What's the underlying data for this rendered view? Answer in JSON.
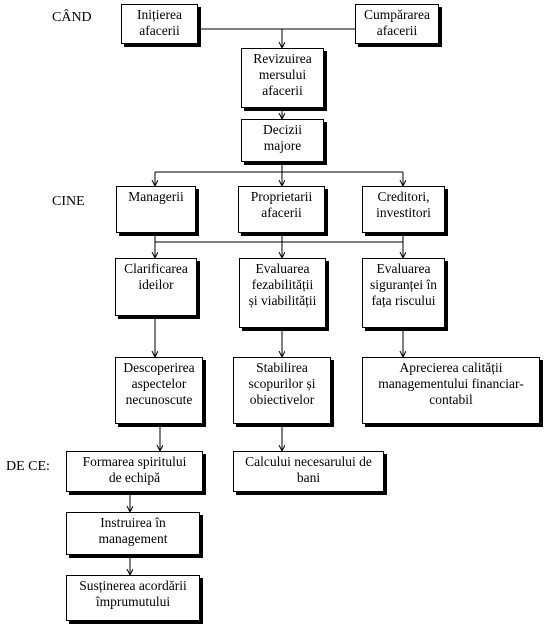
{
  "labels": {
    "when": "CÂND",
    "who": "CINE",
    "what": "DE CE:"
  },
  "boxes": {
    "initiation": "Inițierea\nafacerii",
    "purchase": "Cumpărarea\nafacerii",
    "review": "Revizuirea\nmersului\nafacerii",
    "decisions": "Decizii\nmajore",
    "managers": "Managerii",
    "owners": "Proprietarii\nafacerii",
    "creditors": "Creditori,\ninvestitori",
    "clarify": "Clarificarea\nideilor",
    "feasibility": "Evaluarea\nfezabilității\nși viabilității",
    "safety": "Evaluarea\nsiguranței în\nfața riscului",
    "discover": "Descoperirea\naspectelor\nnecunoscute",
    "goals": "Stabilirea\nscopurilor și\nobiectivelor",
    "quality": "Aprecierea calității\nmanagementului financiar-\ncontabil",
    "teamspirit": "Formarea spiritului\nde echipă",
    "money": "Calcului necesarului de\nbani",
    "training": "Instruirea  în\nmanagement",
    "loan": "Susținerea acordării\nîmprumutului"
  }
}
